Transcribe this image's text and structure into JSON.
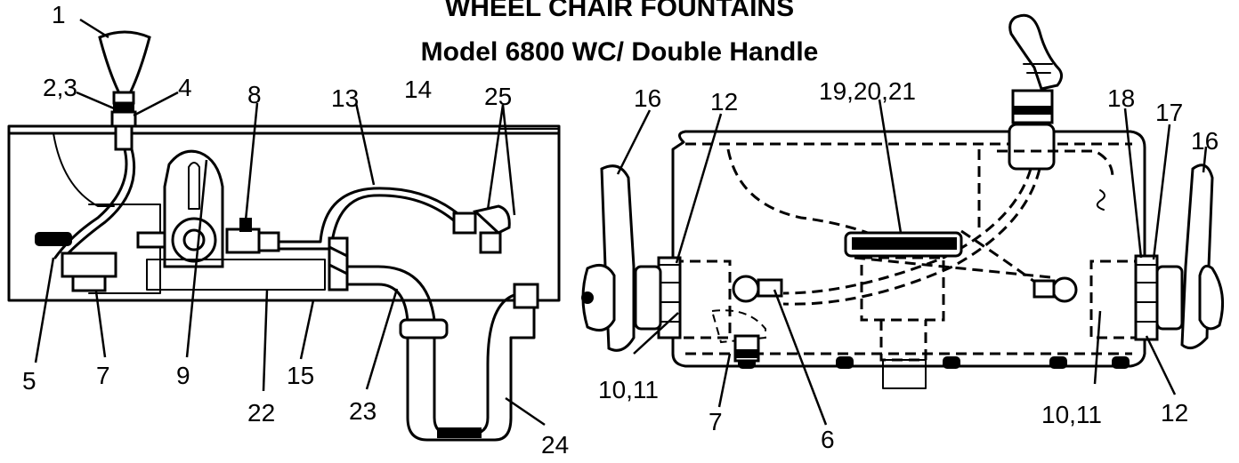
{
  "title": {
    "line1": "WHEEL CHAIR  FOUNTAINS",
    "line2": "Model 6800 WC/ Double Handle"
  },
  "left_view": {
    "callouts": [
      "1",
      "2,3",
      "4",
      "8",
      "13",
      "14",
      "25",
      "5",
      "7",
      "9",
      "22",
      "15",
      "23",
      "24"
    ]
  },
  "right_view": {
    "callouts": [
      "16",
      "12",
      "19,20,21",
      "18",
      "17",
      "16",
      "10,11",
      "7",
      "6",
      "10,11",
      "12"
    ]
  }
}
